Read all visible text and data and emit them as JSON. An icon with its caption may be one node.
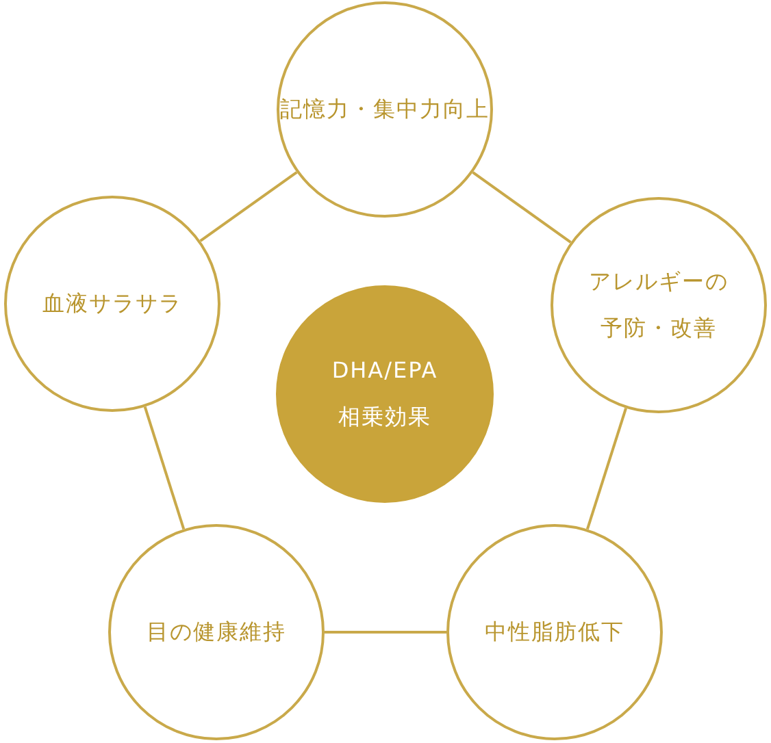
{
  "diagram": {
    "nodes": [
      {
        "text": [
          "記憶力・集中力向上"
        ]
      },
      {
        "text": [
          "アレルギーの予防・改善"
        ]
      },
      {
        "text": [
          "中性脂肪低下"
        ]
      },
      {
        "text": [
          "目の健康維持"
        ]
      },
      {
        "text": [
          "血液サラサラ"
        ]
      },
      {
        "text": [
          "DHA/EPA",
          "相乗効果"
        ]
      }
    ],
    "edges": [
      {
        "from": 0,
        "to": 1,
        "arrow": "none"
      },
      {
        "from": 1,
        "to": 2,
        "arrow": "none"
      },
      {
        "from": 2,
        "to": 3,
        "arrow": "none"
      },
      {
        "from": 3,
        "to": 4,
        "arrow": "none"
      },
      {
        "from": 4,
        "to": 0,
        "arrow": "none"
      }
    ]
  }
}
